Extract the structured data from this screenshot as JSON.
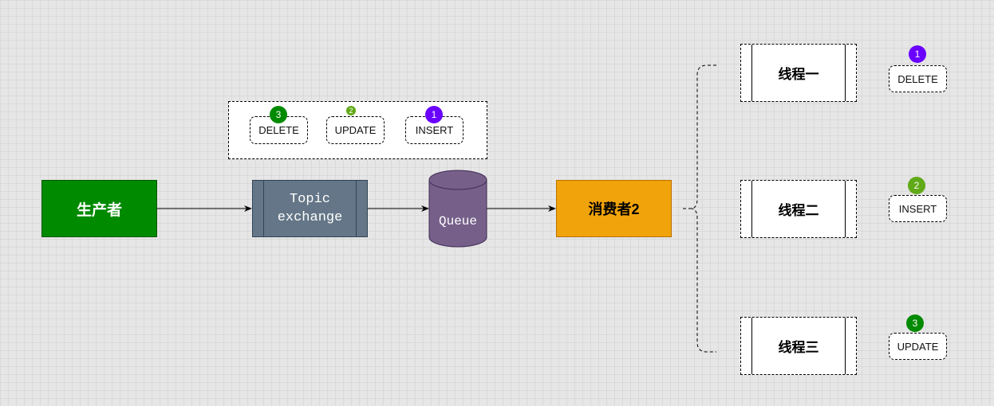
{
  "producer": {
    "label": "生产者"
  },
  "exchange": {
    "line1": "Topic",
    "line2": "exchange"
  },
  "queue": {
    "label": "Queue"
  },
  "consumer": {
    "label": "消费者2"
  },
  "messages": [
    {
      "label": "DELETE",
      "badge": "3",
      "color": "#008a00"
    },
    {
      "label": "UPDATE",
      "badge": "2",
      "color": "#60a917"
    },
    {
      "label": "INSERT",
      "badge": "1",
      "color": "#6a00ff"
    }
  ],
  "threads": [
    {
      "label": "线程一",
      "task": "DELETE",
      "badge": "1",
      "color": "#6a00ff"
    },
    {
      "label": "线程二",
      "task": "INSERT",
      "badge": "2",
      "color": "#60a917"
    },
    {
      "label": "线程三",
      "task": "UPDATE",
      "badge": "3",
      "color": "#008a00"
    }
  ]
}
